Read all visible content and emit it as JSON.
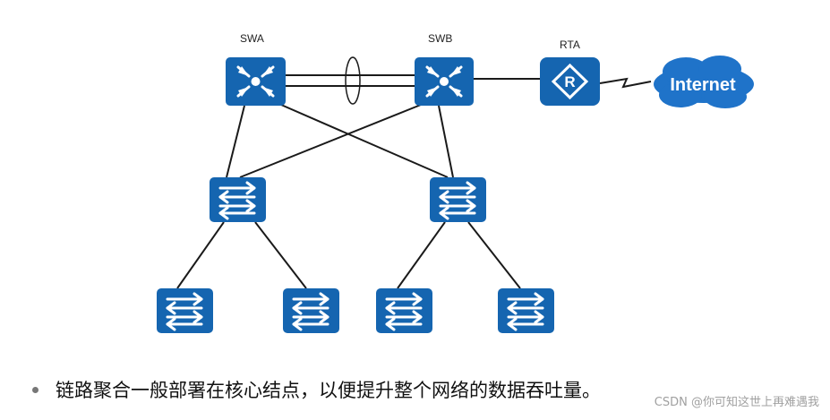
{
  "diagram": {
    "labels": {
      "swa": "SWA",
      "swb": "SWB",
      "rta": "RTA",
      "internet": "Internet"
    },
    "colors": {
      "device": "#1565b0",
      "cloud": "#1f73c9",
      "line": "#1a1a1a",
      "white": "#ffffff"
    },
    "icons": {
      "core_switch": "core-switch-icon",
      "access_switch": "switch-icon",
      "router": "router-icon",
      "cloud": "cloud-icon",
      "link_aggregation": "link-aggregation-ellipse-icon"
    }
  },
  "bullet": {
    "text": "链路聚合一般部署在核心结点，以便提升整个网络的数据吞吐量。"
  },
  "watermark": "CSDN @你可知这世上再难遇我"
}
